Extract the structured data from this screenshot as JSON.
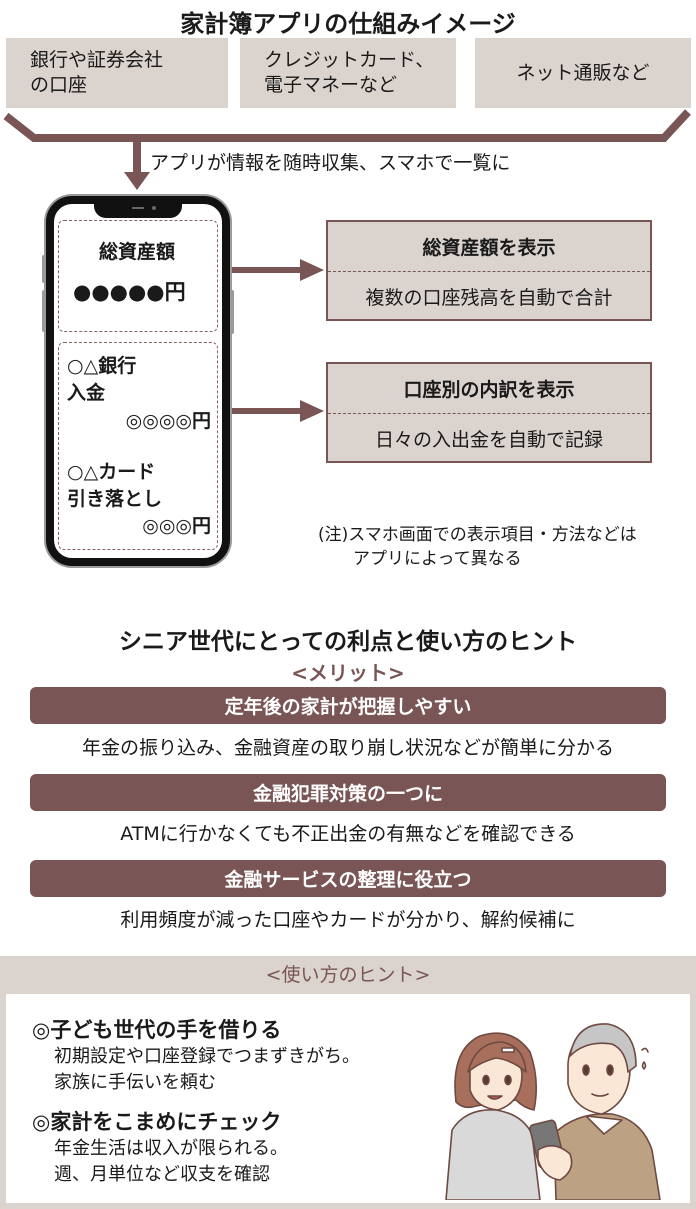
{
  "title": "家計簿アプリの仕組みイメージ",
  "sources": [
    {
      "line1": "銀行や証券会社",
      "line2": "の口座"
    },
    {
      "line1": "クレジットカード、",
      "line2": "電子マネーなど"
    },
    {
      "line1": "ネット通販など",
      "line2": ""
    }
  ],
  "flow_note": "アプリが情報を随時収集、スマホで一覧に",
  "phone": {
    "total_label": "総資産額",
    "total_value": "●●●●●円",
    "bank_line1": "○△銀行",
    "bank_line2": "入金",
    "bank_value": "◎◎◎◎円",
    "card_line1": "○△カード",
    "card_line2": "引き落とし",
    "card_value": "◎◎◎円"
  },
  "info_boxes": [
    {
      "head": "総資産額を表示",
      "sub": "複数の口座残高を自動で合計"
    },
    {
      "head": "口座別の内訳を表示",
      "sub": "日々の入出金を自動で記録"
    }
  ],
  "note": {
    "line1": "(注)スマホ画面での表示項目・方法などは",
    "line2": "アプリによって異なる"
  },
  "senior_section": {
    "title": "シニア世代にとっての利点と使い方のヒント",
    "merit_label": "<メリット>",
    "merits": [
      {
        "head": "定年後の家計が把握しやすい",
        "desc": "年金の振り込み、金融資産の取り崩し状況などが簡単に分かる"
      },
      {
        "head": "金融犯罪対策の一つに",
        "desc": "ATMに行かなくても不正出金の有無などを確認できる"
      },
      {
        "head": "金融サービスの整理に役立つ",
        "desc": "利用頻度が減った口座やカードが分かり、解約候補に"
      }
    ]
  },
  "hints": {
    "title": "<使い方のヒント>",
    "items": [
      {
        "head": "◎子ども世代の手を借りる",
        "line1": "初期設定や口座登録でつまずきがち。",
        "line2": "家族に手伝いを頼む"
      },
      {
        "head": "◎家計をこまめにチェック",
        "line1": "年金生活は収入が限られる。",
        "line2": "週、月単位など収支を確認"
      }
    ]
  },
  "colors": {
    "accent": "#7a5555",
    "panel": "#dbd3ce"
  }
}
